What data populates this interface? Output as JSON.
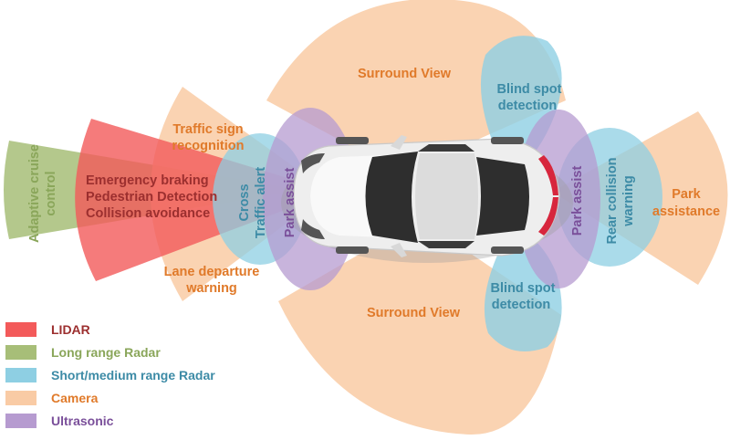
{
  "colors": {
    "lidar": "#f35a5a",
    "long_range_radar": "#a7be78",
    "short_medium_radar": "#8ecfe3",
    "camera": "#f9cba5",
    "ultrasonic": "#b69bd0",
    "text_lidar": "#9c2f2f",
    "text_long_range": "#8aa65a",
    "text_short_medium": "#3d8ba6",
    "text_camera": "#e07a2a",
    "text_ultrasonic": "#7a4f9a"
  },
  "labels": {
    "adaptive_cruise_1": "Adaptive cruise",
    "adaptive_cruise_2": "control",
    "emergency_braking": "Emergency braking",
    "pedestrian_detection": "Pedestrian Detection",
    "collision_avoidance": "Collision avoidance",
    "traffic_sign_1": "Traffic sign",
    "traffic_sign_2": "recognition",
    "lane_departure_1": "Lane departure",
    "lane_departure_2": "warning",
    "cross_traffic_1": "Cross",
    "cross_traffic_2": "Traffic alert",
    "park_assist_front": "Park assist",
    "park_assist_rear": "Park assist",
    "surround_view_top": "Surround View",
    "surround_view_bottom": "Surround View",
    "blind_spot_top_1": "Blind spot",
    "blind_spot_top_2": "detection",
    "blind_spot_bottom_1": "Blind spot",
    "blind_spot_bottom_2": "detection",
    "rear_collision_1": "Rear collision",
    "rear_collision_2": "warning",
    "park_assistance_1": "Park",
    "park_assistance_2": "assistance"
  },
  "legend": [
    {
      "key": "lidar",
      "label": "LIDAR"
    },
    {
      "key": "long_range_radar",
      "label": "Long range Radar"
    },
    {
      "key": "short_medium_radar",
      "label": "Short/medium range Radar"
    },
    {
      "key": "camera",
      "label": "Camera"
    },
    {
      "key": "ultrasonic",
      "label": "Ultrasonic"
    }
  ]
}
